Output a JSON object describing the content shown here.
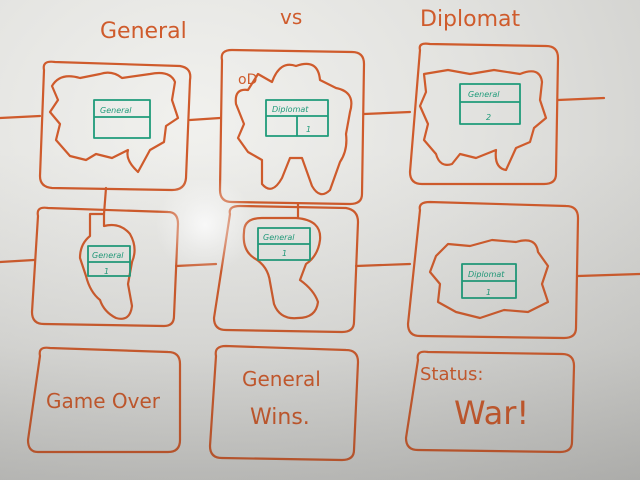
{
  "header": {
    "left": "General",
    "center": "vs",
    "right": "Diplomat"
  },
  "row1": {
    "panel1": {
      "card_label": "General",
      "card_value": ""
    },
    "panel2": {
      "map_mark": "oD",
      "card_label": "Diplomat",
      "card_value": "1"
    },
    "panel3": {
      "card_label": "General",
      "card_value": "2"
    }
  },
  "row2": {
    "panel1": {
      "card_label": "General",
      "card_value": "1"
    },
    "panel2": {
      "card_label": "General",
      "card_value": "1"
    },
    "panel3": {
      "card_label": "Diplomat",
      "card_value": "1"
    }
  },
  "row3": {
    "panel1": {
      "text": "Game Over"
    },
    "panel2": {
      "line1": "General",
      "line2": "Wins."
    },
    "panel3": {
      "line1": "Status:",
      "line2": "War!"
    }
  },
  "colors": {
    "ink_orange": "#cf5b2c",
    "ink_green": "#1f9b7a",
    "board": "#e6e6e3"
  }
}
